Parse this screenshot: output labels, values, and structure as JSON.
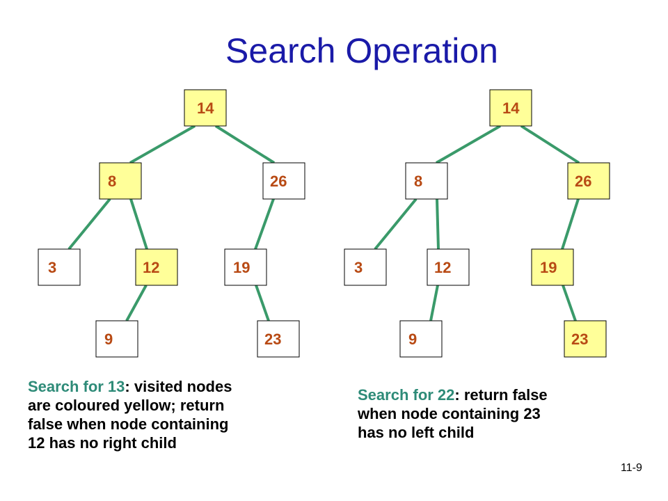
{
  "title": "Search Operation",
  "colors": {
    "title": "#1a1aa8",
    "node_label": "#b84a14",
    "visited_fill": "#ffff99",
    "default_fill": "#ffffff",
    "edge": "#3a9a6a",
    "caption_highlight": "#2e8b78"
  },
  "trees": [
    {
      "nodes": [
        {
          "id": "n14",
          "label": "14",
          "visited": true
        },
        {
          "id": "n8",
          "label": "8",
          "visited": true
        },
        {
          "id": "n26",
          "label": "26",
          "visited": false
        },
        {
          "id": "n3",
          "label": "3",
          "visited": false
        },
        {
          "id": "n12",
          "label": "12",
          "visited": true
        },
        {
          "id": "n19",
          "label": "19",
          "visited": false
        },
        {
          "id": "n9",
          "label": "9",
          "visited": false
        },
        {
          "id": "n23",
          "label": "23",
          "visited": false
        }
      ],
      "edges": [
        [
          "n14",
          "n8"
        ],
        [
          "n14",
          "n26"
        ],
        [
          "n8",
          "n3"
        ],
        [
          "n8",
          "n12"
        ],
        [
          "n12",
          "n9"
        ],
        [
          "n26",
          "n19"
        ],
        [
          "n19",
          "n23"
        ]
      ]
    },
    {
      "nodes": [
        {
          "id": "n14",
          "label": "14",
          "visited": true
        },
        {
          "id": "n8",
          "label": "8",
          "visited": false
        },
        {
          "id": "n26",
          "label": "26",
          "visited": true
        },
        {
          "id": "n3",
          "label": "3",
          "visited": false
        },
        {
          "id": "n12",
          "label": "12",
          "visited": false
        },
        {
          "id": "n19",
          "label": "19",
          "visited": true
        },
        {
          "id": "n9",
          "label": "9",
          "visited": false
        },
        {
          "id": "n23",
          "label": "23",
          "visited": true
        }
      ],
      "edges": [
        [
          "n14",
          "n8"
        ],
        [
          "n14",
          "n26"
        ],
        [
          "n8",
          "n3"
        ],
        [
          "n8",
          "n12"
        ],
        [
          "n12",
          "n9"
        ],
        [
          "n26",
          "n19"
        ],
        [
          "n19",
          "n23"
        ]
      ]
    }
  ],
  "captions": {
    "left": {
      "prefix": "Search for 13",
      "text_lines": [
        ": visited nodes",
        "are coloured yellow; return",
        "false when node containing",
        "12 has no right child"
      ]
    },
    "right": {
      "prefix": "Search for 22",
      "text_lines": [
        ": return false",
        "when node containing 23",
        "has no left child"
      ]
    }
  },
  "slide_number": "11-9"
}
